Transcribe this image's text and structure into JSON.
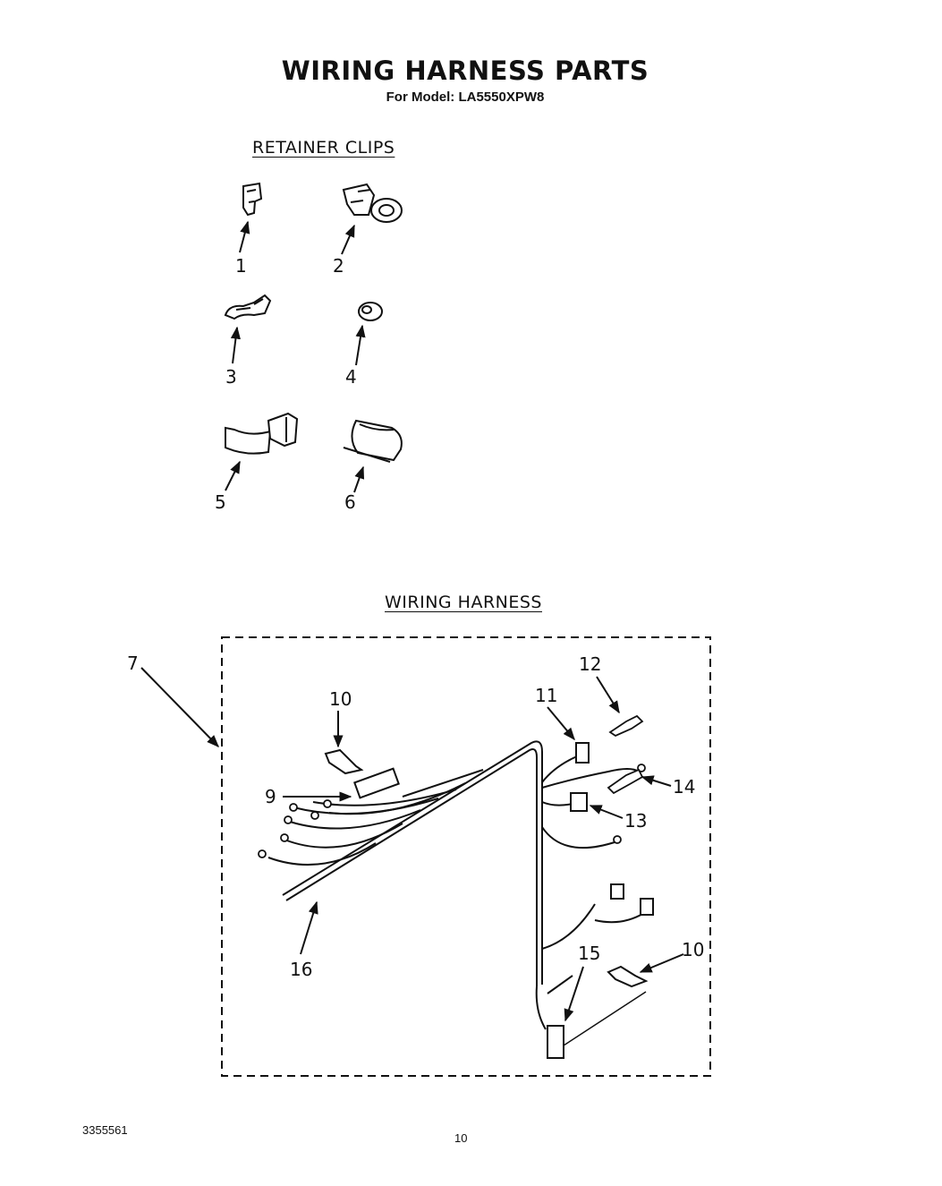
{
  "title": "WIRING HARNESS PARTS",
  "subtitle": "For Model: LA5550XPW8",
  "sections": {
    "retainer_clips": "RETAINER CLIPS",
    "wiring_harness": "WIRING HARNESS"
  },
  "callouts": {
    "c1": "1",
    "c2": "2",
    "c3": "3",
    "c4": "4",
    "c5": "5",
    "c6": "6",
    "c7": "7",
    "c9": "9",
    "c10a": "10",
    "c10b": "10",
    "c11": "11",
    "c12": "12",
    "c13": "13",
    "c14": "14",
    "c15": "15",
    "c16": "16"
  },
  "footer": {
    "doc_number": "3355561",
    "page_number": "10"
  }
}
